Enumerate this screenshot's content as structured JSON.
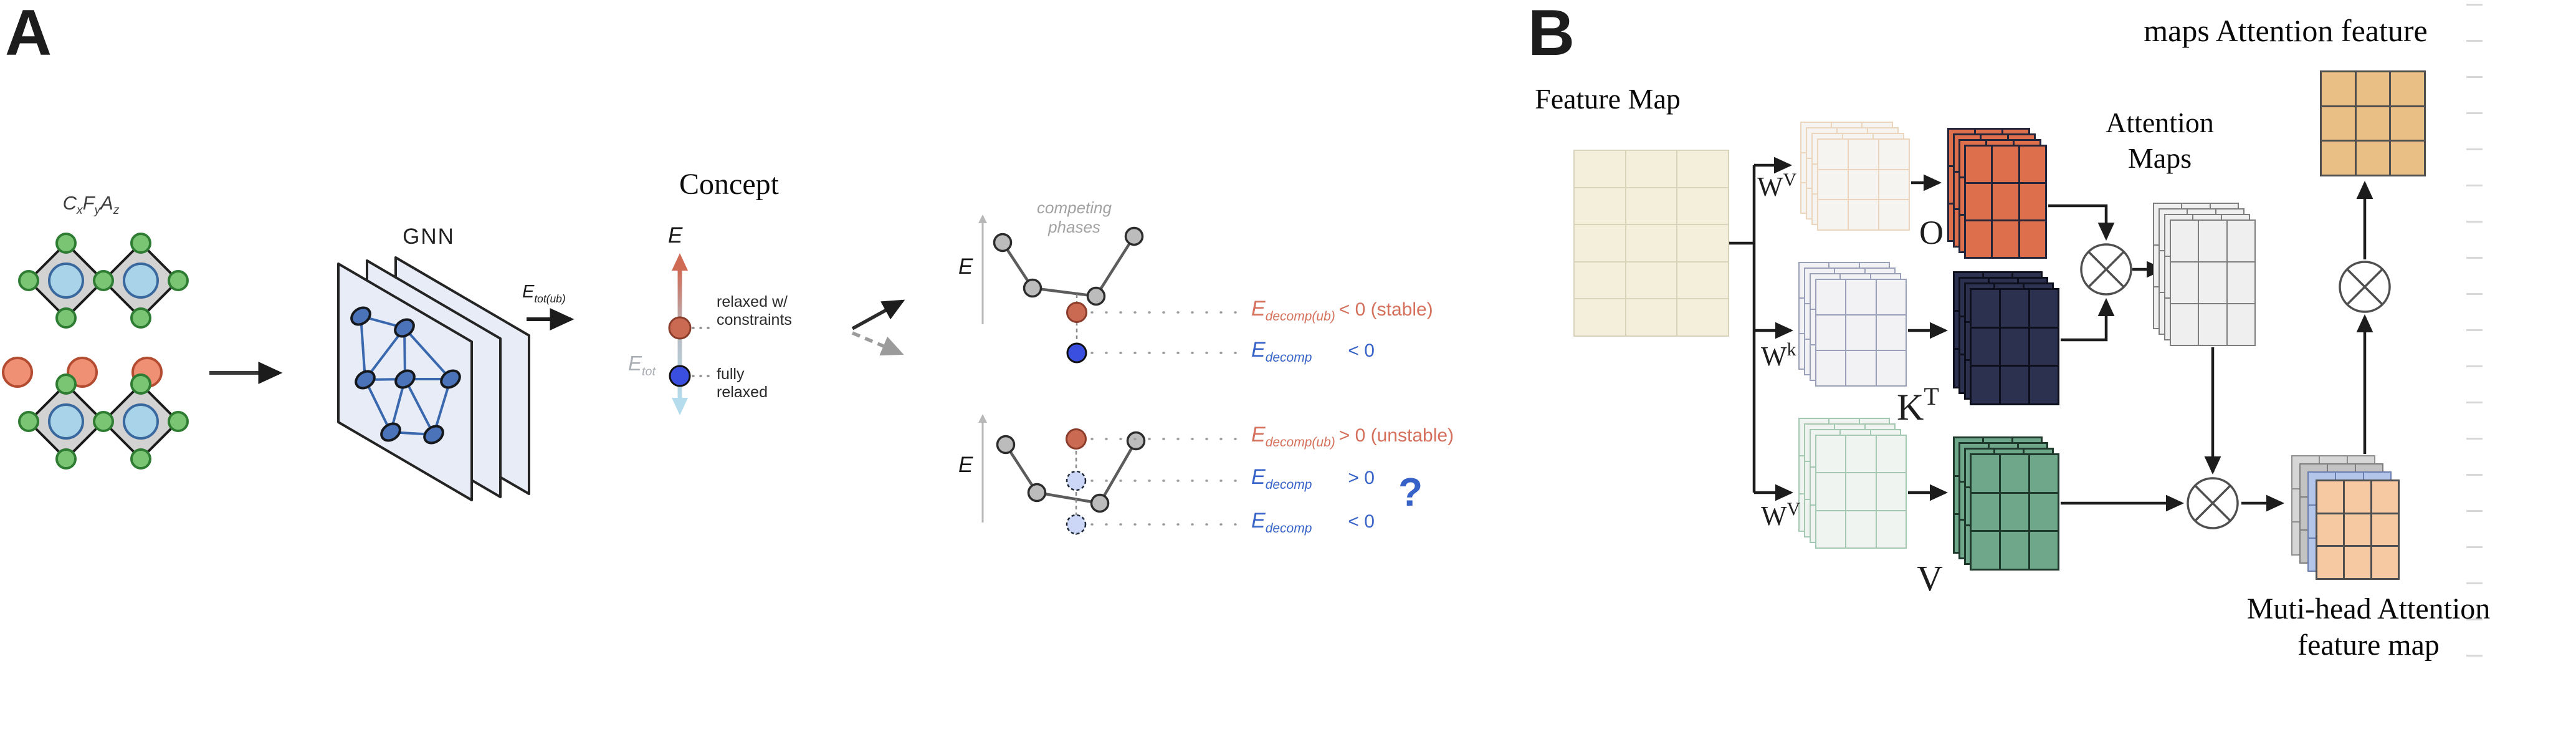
{
  "figure": {
    "panel_a_label": "A",
    "panel_b_label": "B"
  },
  "panel_a": {
    "formula": {
      "el1": "C",
      "sub1": "x",
      "el2": "F",
      "sub2": "y",
      "el3": "A",
      "sub3": "z"
    },
    "gnn_label": "GNN",
    "input_energy": {
      "base": "E",
      "sub": "tot(ub)"
    },
    "concept_title": "Concept",
    "energy_axis": {
      "axis_label": "E",
      "upper_point_label_line1": "relaxed w/",
      "upper_point_label_line2": "constraints",
      "lower_point_label_line1": "fully",
      "lower_point_label_line2": "relaxed",
      "etot": {
        "base": "E",
        "sub": "tot"
      }
    },
    "stable_diagram": {
      "axis_label": "E",
      "hull_label_line1": "competing",
      "hull_label_line2": "phases",
      "eq_upper": {
        "base": "E",
        "sub": "decomp(ub)",
        "relation": "< 0 (stable)"
      },
      "eq_lower": {
        "base": "E",
        "sub": "decomp",
        "relation": "< 0"
      }
    },
    "unstable_diagram": {
      "axis_label": "E",
      "eq_upper": {
        "base": "E",
        "sub": "decomp(ub)",
        "relation": "> 0 (unstable)"
      },
      "eq_mid": {
        "base": "E",
        "sub": "decomp",
        "relation": "> 0"
      },
      "eq_lower": {
        "base": "E",
        "sub": "decomp",
        "relation": "< 0"
      },
      "question_mark": "?"
    }
  },
  "panel_b": {
    "feature_map_title": "Feature Map",
    "weight_q": {
      "base": "W",
      "sup": "V"
    },
    "weight_k": {
      "base": "W",
      "sup": "k"
    },
    "weight_v": {
      "base": "W",
      "sup": "V"
    },
    "query_label": "O",
    "key_label": {
      "base": "K",
      "sup": "T"
    },
    "value_label": "V",
    "attention_maps_title_line1": "Attention",
    "attention_maps_title_line2": "Maps",
    "output_top_title": "maps Attention feature",
    "output_bottom_title_line1": "Muti-head Attention",
    "output_bottom_title_line2": "feature map"
  },
  "colors": {
    "crystal_green": "#7ac573",
    "crystal_blue": "#a9d3e8",
    "crystal_orange": "#ef8f74",
    "diamond_gray": "#d2d2d2",
    "gnn_plane": "#e8ecf7",
    "gnn_node": "#4a73ba",
    "gnn_edge": "#3a68ae",
    "point_red": "#cb6a52",
    "point_blue": "#3a4fe0",
    "hull_gray": "#bcbcbc",
    "dashed_point_fill": "#ccd7f7",
    "text_red": "#d4705c",
    "text_blue": "#3763c8",
    "text_gray": "#a2a2a2",
    "feature_map": "#f4efda",
    "o_stack": "#dd6f4d",
    "kt_stack": "#2d3150",
    "v_stack": "#6ea78a",
    "attention_sheet": "#efefef",
    "multihead_blue": "#b3c5e8",
    "multihead_front": "#f6c9a3",
    "output_tan": "#eabf85"
  }
}
